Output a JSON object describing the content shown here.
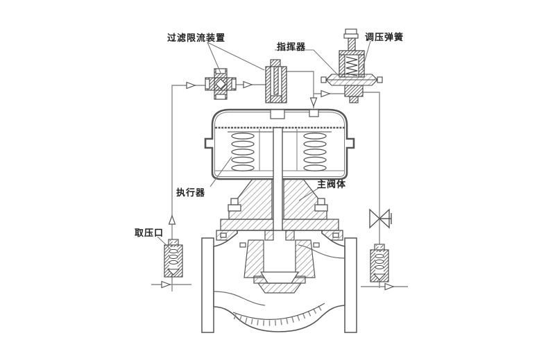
{
  "diagram": {
    "type": "pilot-operated self-acting pressure regulating valve, sectional schematic",
    "background_color": "#ffffff",
    "line_color": "#555555",
    "text_color": "#1f1f1f",
    "labels": {
      "filter_restrictor": "过滤限流装置",
      "pilot": "指挥器",
      "pressure_spring": "调压弹簧",
      "actuator": "执行器",
      "main_valve_body": "主阀体",
      "pressure_tap": "取压口"
    },
    "flow_arrows": [
      "inlet-left",
      "tap-up",
      "to-filter",
      "filter-to-restrictor",
      "to-actuator-down",
      "to-pilot",
      "outlet-right"
    ]
  }
}
